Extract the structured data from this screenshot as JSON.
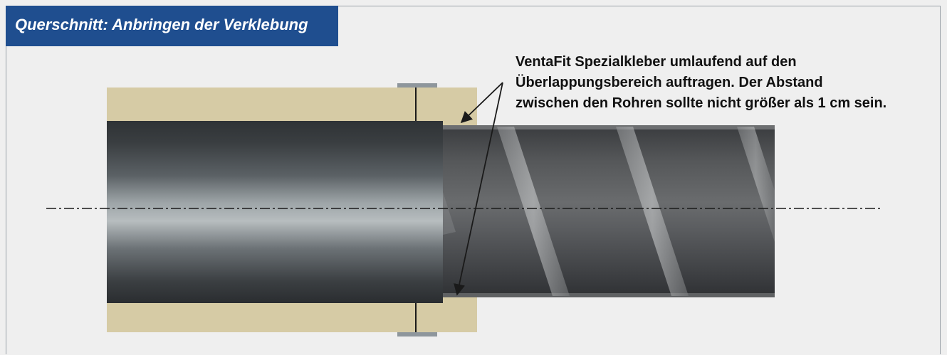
{
  "title": "Querschnitt: Anbringen der Verklebung",
  "note": {
    "lines": [
      "VentaFit Spezialkleber umlaufend auf den",
      "Überlappungsbereich auftragen. Der Abstand",
      "zwischen den Rohren sollte nicht größer als 1 cm sein."
    ]
  },
  "colors": {
    "title_bg": "#1f4e8f",
    "insulation": "#d6cba5",
    "pipe_dark": "#2b2e31",
    "spiral_pipe": "#4d4f52",
    "centerline": "#1a1a1a",
    "arrow": "#1a1a1a",
    "frame": "#9aa1a8"
  }
}
